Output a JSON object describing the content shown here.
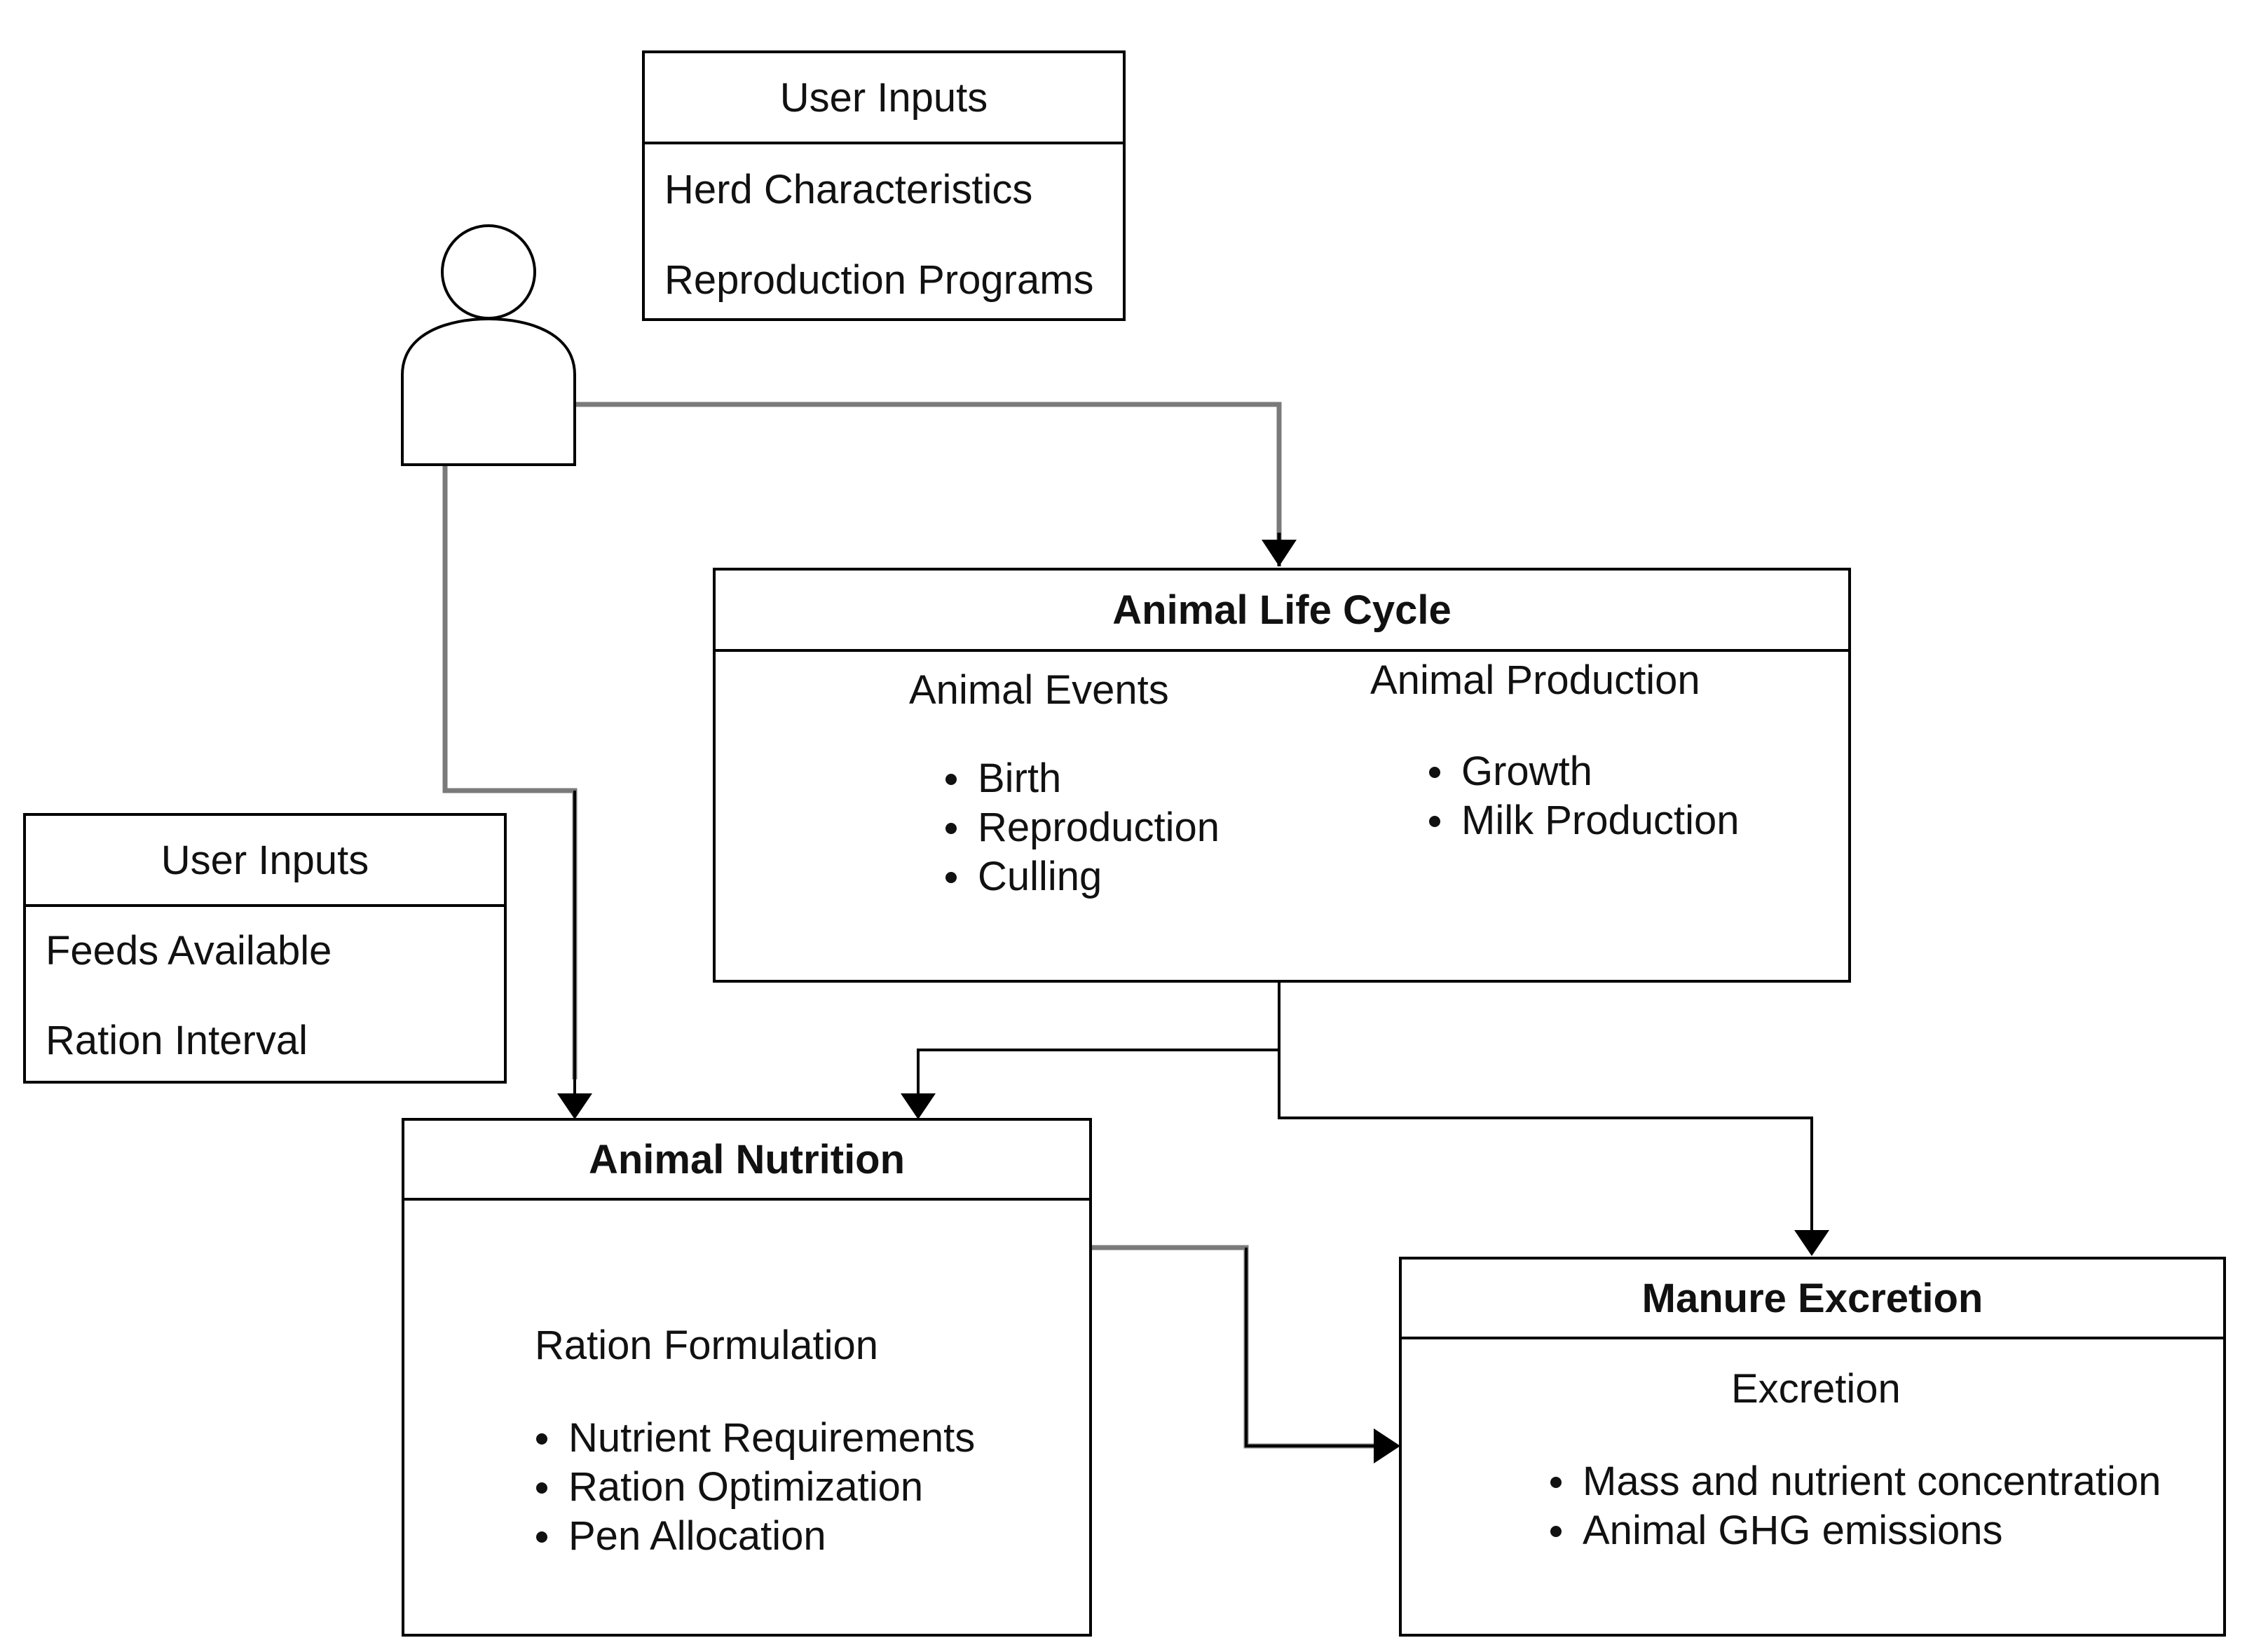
{
  "user_inputs_top": {
    "title": "User Inputs",
    "items": [
      "Herd Characteristics",
      "Reproduction Programs"
    ]
  },
  "user_inputs_left": {
    "title": "User Inputs",
    "items": [
      "Feeds Available",
      "Ration Interval"
    ]
  },
  "life_cycle": {
    "title": "Animal Life Cycle",
    "events": {
      "heading": "Animal Events",
      "items": [
        "Birth",
        "Reproduction",
        "Culling"
      ]
    },
    "production": {
      "heading": "Animal Production",
      "items": [
        "Growth",
        "Milk Production"
      ]
    }
  },
  "nutrition": {
    "title": "Animal Nutrition",
    "heading": "Ration Formulation",
    "items": [
      "Nutrient Requirements",
      "Ration Optimization",
      "Pen Allocation"
    ]
  },
  "manure": {
    "title": "Manure Excretion",
    "heading": "Excretion",
    "items": [
      "Mass and nutrient concentration",
      "Animal GHG emissions"
    ]
  },
  "colors": {
    "line_gray": "#7a7a7a",
    "line_black": "#000000"
  },
  "icons": {
    "user": "user-icon"
  }
}
